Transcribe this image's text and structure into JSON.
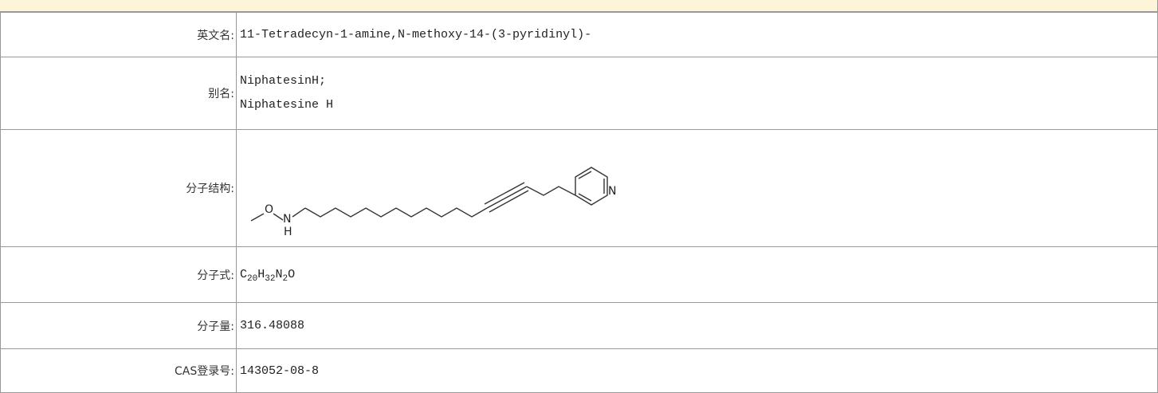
{
  "rows": {
    "english_name": {
      "label": "英文名:",
      "value": "11-Tetradecyn-1-amine,N-methoxy-14-(3-pyridinyl)-"
    },
    "alias": {
      "label": "别名:",
      "values": [
        "NiphatesinH;",
        "Niphatesine H"
      ]
    },
    "structure": {
      "label": "分子结构:",
      "atom_o": "O",
      "atom_n": "N",
      "atom_h": "H",
      "atom_ring_n": "N"
    },
    "formula": {
      "label": "分子式:",
      "parts": [
        "C",
        "20",
        "H",
        "32",
        "N",
        "2",
        "O"
      ]
    },
    "weight": {
      "label": "分子量:",
      "value": "316.48088"
    },
    "cas": {
      "label": "CAS登录号:",
      "value": "143052-08-8"
    }
  }
}
